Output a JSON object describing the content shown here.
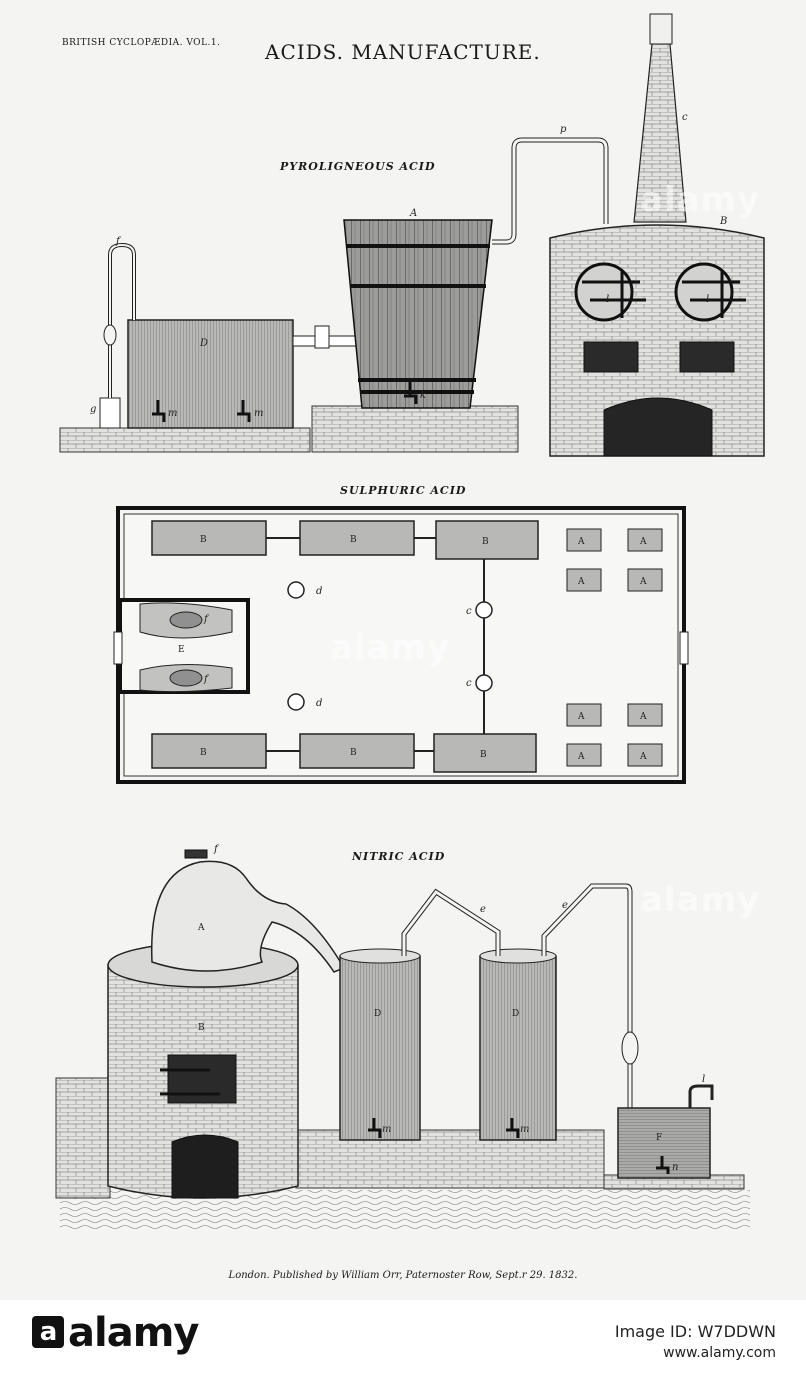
{
  "header": {
    "publication": "BRITISH CYCLOPÆDIA. VOL.1.",
    "title": "ACIDS. MANUFACTURE."
  },
  "sections": {
    "pyroligneous": "PYROLIGNEOUS ACID",
    "sulphuric": "SULPHURIC ACID",
    "nitric": "NITRIC ACID"
  },
  "labels": {
    "A": "A",
    "B": "B",
    "C": "C",
    "D": "D",
    "E": "E",
    "F": "F",
    "c": "c",
    "d": "d",
    "e": "e",
    "f": "f",
    "g": "g",
    "k": "k",
    "l": "l",
    "m": "m",
    "n": "n",
    "p": "p"
  },
  "imprint": "London. Published by William Orr, Paternoster Row, Sept.r 29. 1832.",
  "watermark": "alamy",
  "stock_bar": {
    "logo": "alamy",
    "image_id": "Image ID: W7DDWN",
    "site": "www.alamy.com"
  }
}
